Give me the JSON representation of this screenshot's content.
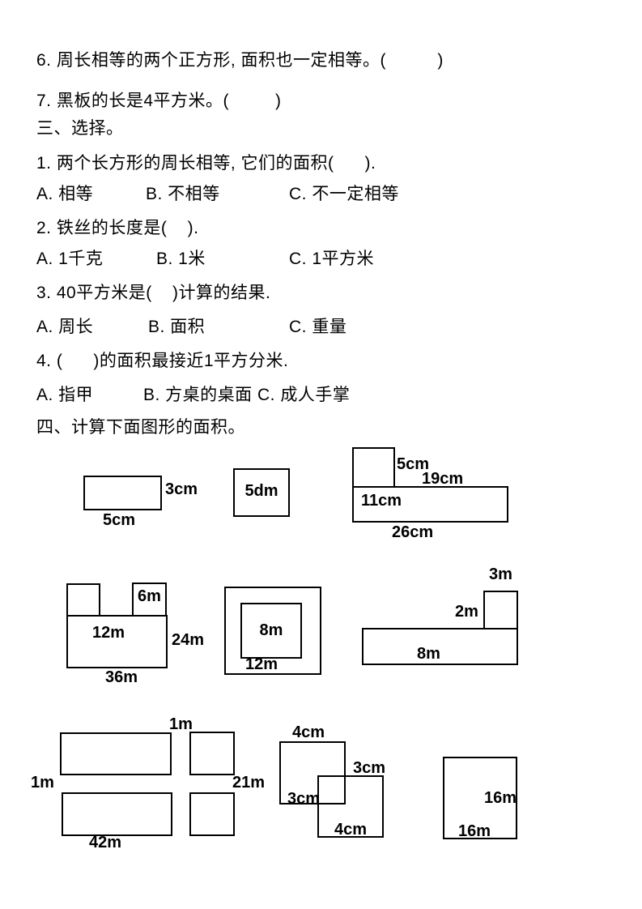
{
  "judge": {
    "q6": "6. 周长相等的两个正方形, 面积也一定相等。(          )",
    "q7": "7. 黑板的长是4平方米。(         )"
  },
  "choice": {
    "heading": "三、选择。",
    "q1": "1. 两个长方形的周长相等, 它们的面积(      ).",
    "q1_options": {
      "a": "A. 相等",
      "b": "B. 不相等",
      "c": "C. 不一定相等"
    },
    "q2": "2. 铁丝的长度是(    ).",
    "q2_options": {
      "a": "A. 1千克",
      "b": "B. 1米",
      "c": "C. 1平方米"
    },
    "q3": "3. 40平方米是(    )计算的结果.",
    "q3_options": {
      "a": "A. 周长",
      "b": "B. 面积",
      "c": "C. 重量"
    },
    "q4": "4. (      )的面积最接近1平方分米.",
    "q4_options": {
      "a": "A. 指甲",
      "b": "B. 方桌的桌面",
      "c": "C. 成人手掌"
    }
  },
  "section4": {
    "heading": "四、计算下面图形的面积。"
  },
  "figures": {
    "fig1": {
      "side_label": "3cm",
      "bottom_label": "5cm"
    },
    "fig2": {
      "label": "5dm"
    },
    "fig3": {
      "top_label": "5cm",
      "mid_label": "19cm",
      "inner_label": "11cm",
      "bottom_label": "26cm"
    },
    "fig4": {
      "square_label": "6m",
      "inner_label": "12m",
      "right_label": "24m",
      "bottom_label": "36m"
    },
    "fig5": {
      "inner_label": "8m",
      "bottom_label": "12m"
    },
    "fig6": {
      "top_label": "3m",
      "left_label": "2m",
      "bottom_label": "8m"
    },
    "fig7": {
      "gap_top_label": "1m",
      "gap_left_label": "1m",
      "right_label": "21m",
      "bottom_label": "42m"
    },
    "fig8": {
      "top_label": "4cm",
      "right_label": "3cm",
      "left_label": "3cm",
      "bottom_label": "4cm"
    },
    "fig9": {
      "right_label": "16m",
      "bottom_label": "16m"
    }
  },
  "colors": {
    "ink": "#000000",
    "paper": "#ffffff"
  }
}
